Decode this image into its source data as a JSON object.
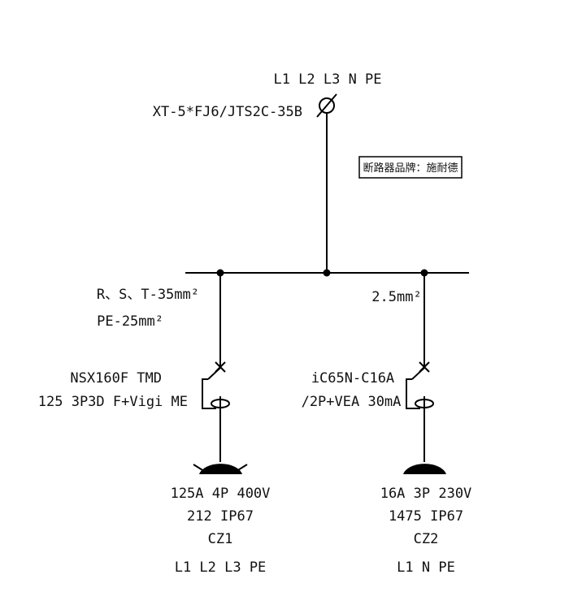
{
  "incoming": {
    "phases_label": "L1 L2 L3 N PE",
    "cable_label": "XT-5*FJ6/JTS2C-35B"
  },
  "brand_note": "断路器品牌：施耐德",
  "circuits": [
    {
      "cable": [
        "R、S、T-35mm²",
        "PE-25mm²"
      ],
      "breaker": [
        "NSX160F TMD",
        "125 3P3D F+Vigi ME"
      ],
      "socket": [
        "125A 4P 400V",
        "212 IP67"
      ],
      "id": "CZ1",
      "phases": "L1 L2 L3 PE"
    },
    {
      "cable": [
        "2.5mm²"
      ],
      "breaker": [
        "iC65N-C16A",
        "/2P+VEA 30mA"
      ],
      "socket": [
        "16A 3P 230V",
        "1475 IP67"
      ],
      "id": "CZ2",
      "phases": "L1 N PE"
    }
  ],
  "colors": {
    "line": "#000000",
    "text": "#111111"
  }
}
